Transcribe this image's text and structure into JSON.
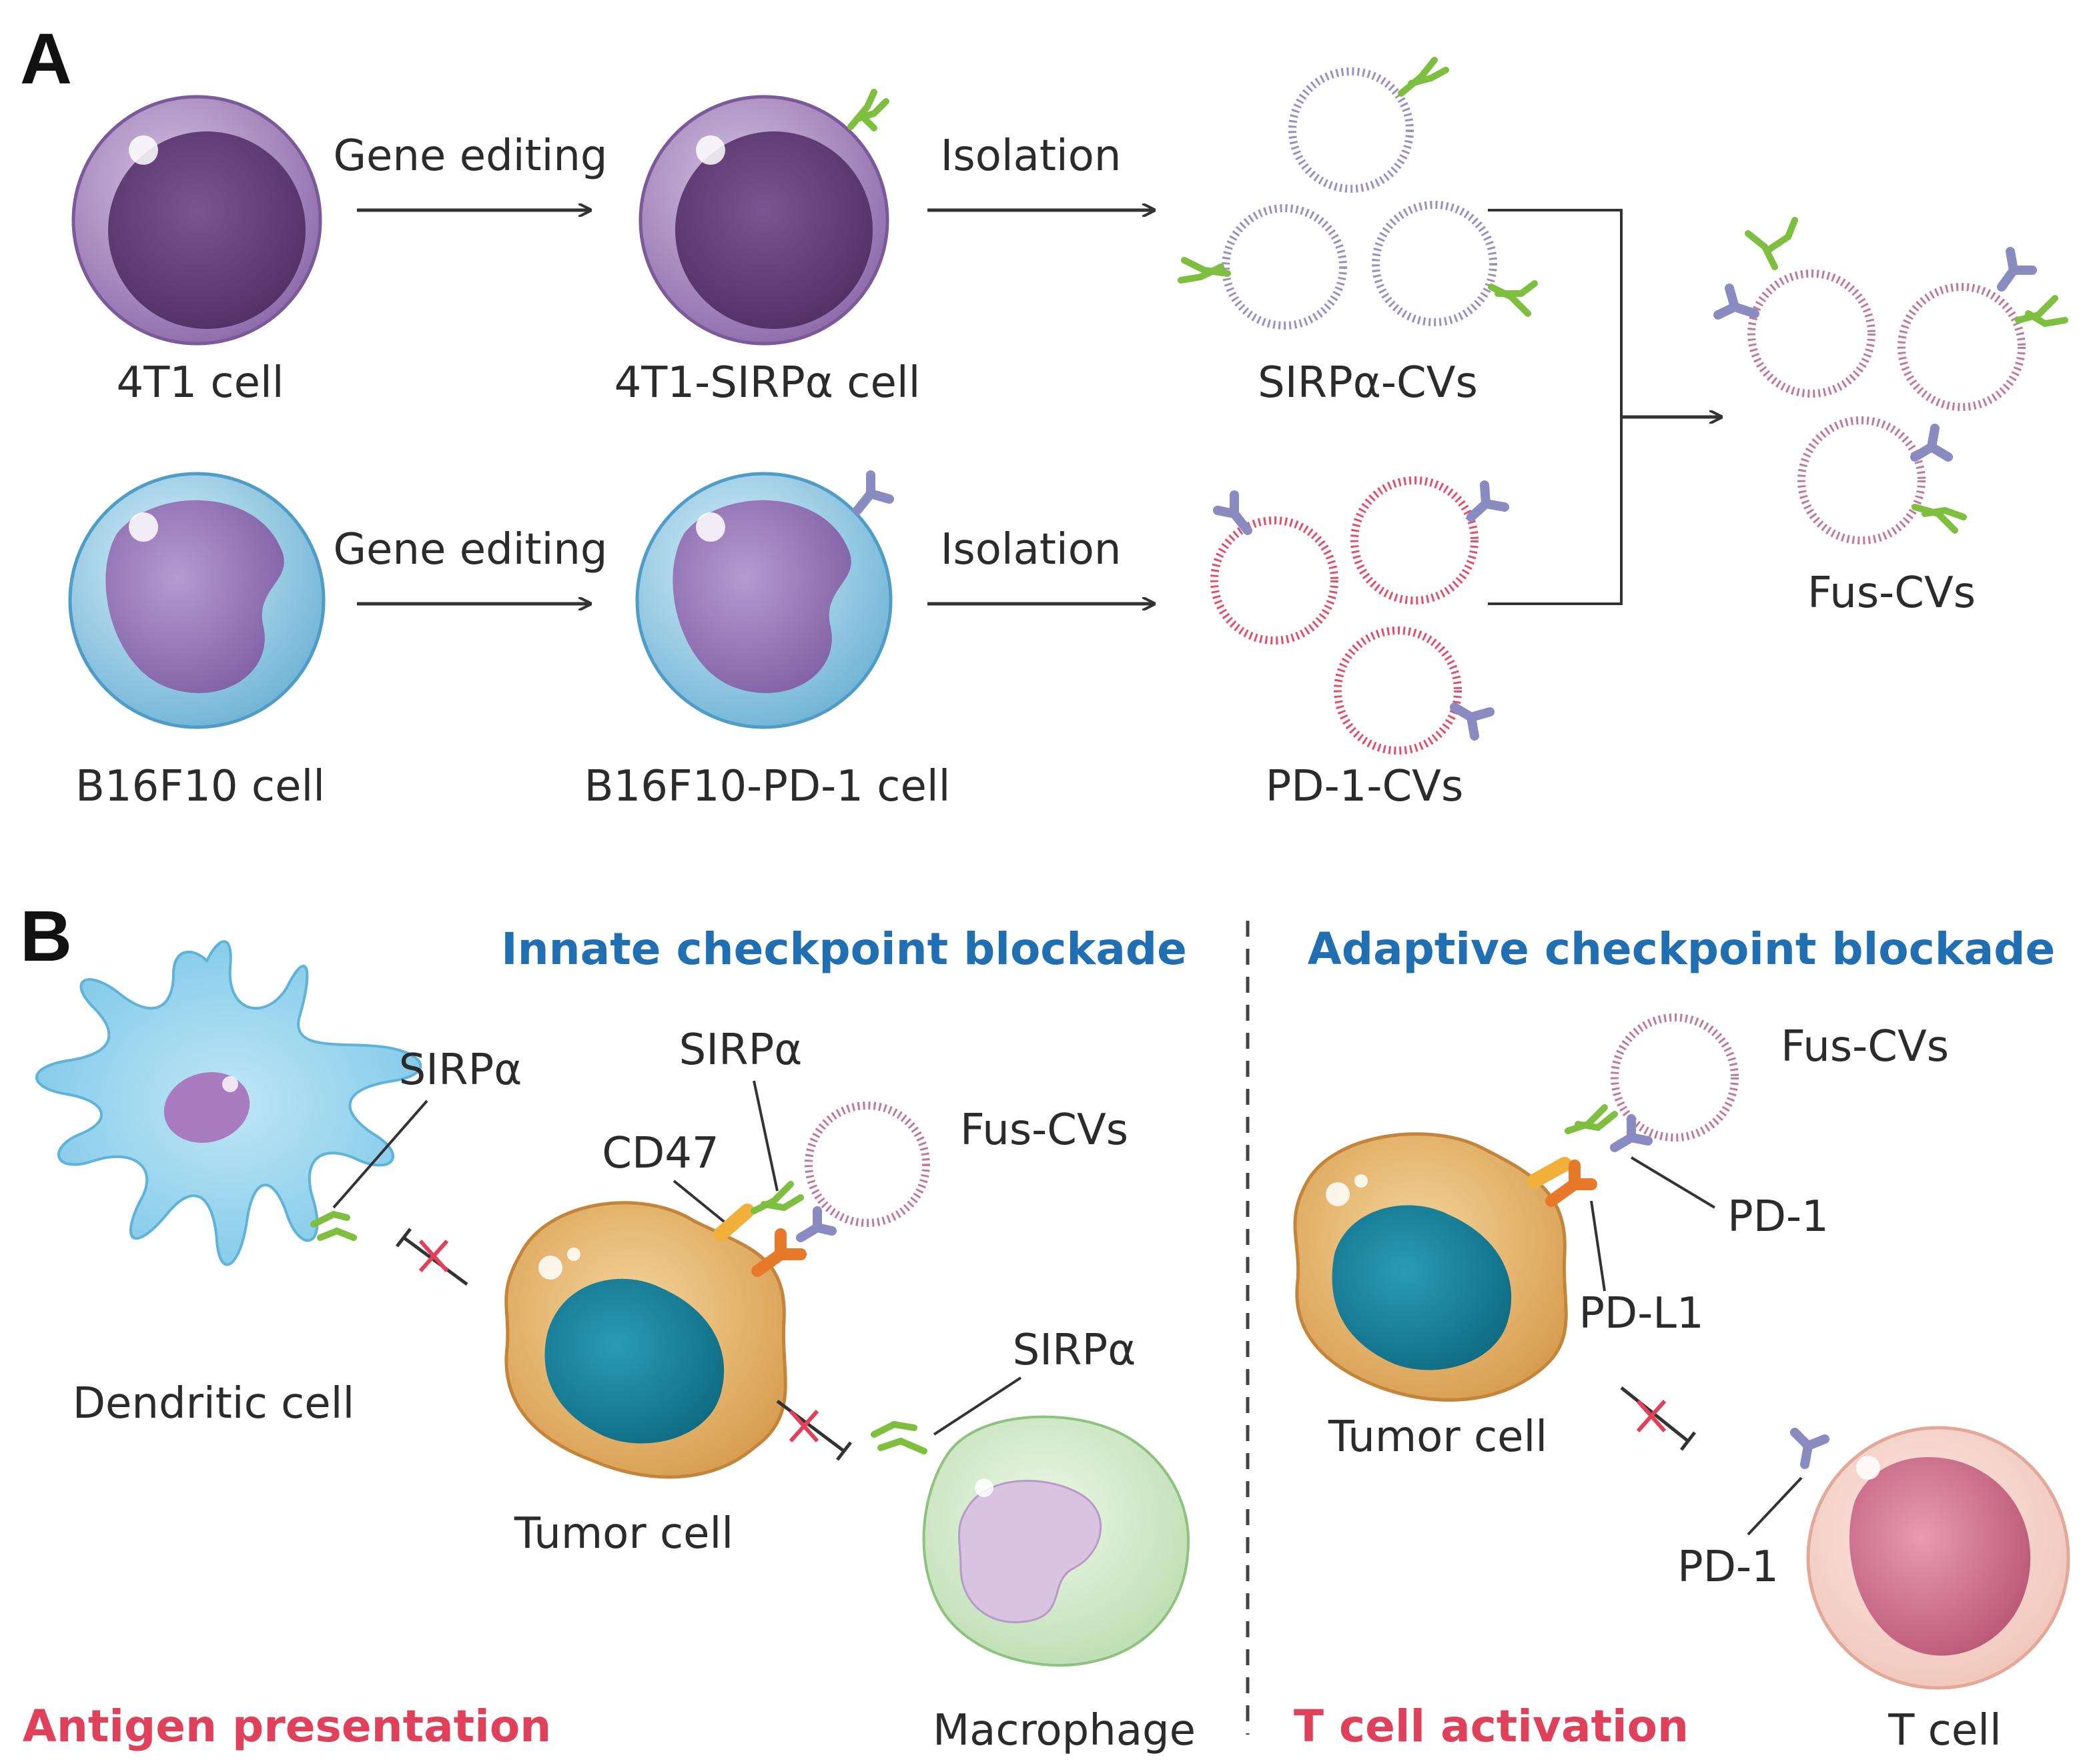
{
  "panels": {
    "a": "A",
    "b": "B"
  },
  "panel_a": {
    "row1": {
      "cell1": "4T1 cell",
      "step1": "Gene editing",
      "cell2": "4T1-SIRPα cell",
      "step2": "Isolation",
      "vesicles": "SIRPα-CVs"
    },
    "row2": {
      "cell1": "B16F10 cell",
      "step1": "Gene editing",
      "cell2": "B16F10-PD-1 cell",
      "step2": "Isolation",
      "vesicles": "PD-1-CVs"
    },
    "fusion": "Fus-CVs"
  },
  "panel_b": {
    "innate": {
      "title": "Innate checkpoint blockade",
      "dendritic_cell": "Dendritic cell",
      "sirpa_dc": "SIRPα",
      "cd47": "CD47",
      "sirpa_cv": "SIRPα",
      "fus_cvs": "Fus-CVs",
      "tumor_cell": "Tumor cell",
      "sirpa_macrophage": "SIRPα",
      "macrophage": "Macrophage",
      "outcome": "Antigen presentation"
    },
    "adaptive": {
      "title": "Adaptive checkpoint blockade",
      "fus_cvs": "Fus-CVs",
      "pd1_cv": "PD-1",
      "pdl1": "PD-L1",
      "tumor_cell": "Tumor cell",
      "pd1_tcell": "PD-1",
      "tcell": "T cell",
      "outcome": "T cell activation"
    }
  },
  "colors": {
    "innate_title": "#1f6fb2",
    "outcome": "#e0405a",
    "sirpa_ligand": "#7fbf3f",
    "pd1_ligand": "#8a8bc0"
  }
}
